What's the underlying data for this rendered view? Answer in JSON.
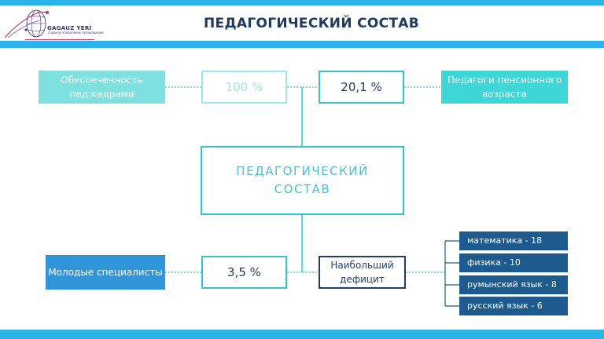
{
  "header": {
    "title": "ПЕДАГОГИЧЕСКИЙ СОСТАВ",
    "logo": {
      "name": "GAGAUZ YERİ",
      "tagline": "ГЛАВНОЕ УПРАВЛЕНИЕ ОБРАЗОВАНИЯ"
    }
  },
  "diagram": {
    "center": "ПЕДАГОГИЧЕСКИЙ СОСТАВ",
    "staffing_label": "Обеспеченность пед.кадрами",
    "staffing_value": "100 %",
    "pension_value": "20,1 %",
    "pension_label": "Педагоги пенсионного возраста",
    "young_label": "Молодые специалисты",
    "young_value": "3,5 %",
    "deficit_label": "Наибольший дефицит",
    "deficit_items": [
      "математика - 18",
      "физика - 10",
      "румынский язык - 8",
      "русский язык - 6"
    ]
  },
  "colors": {
    "accent_bar": "#2ab4e8",
    "title_text": "#1f3a5f",
    "light_teal": "#7fe0e0",
    "teal": "#3ed6d6",
    "blue": "#2f95d8",
    "navy": "#1d5a8e"
  }
}
